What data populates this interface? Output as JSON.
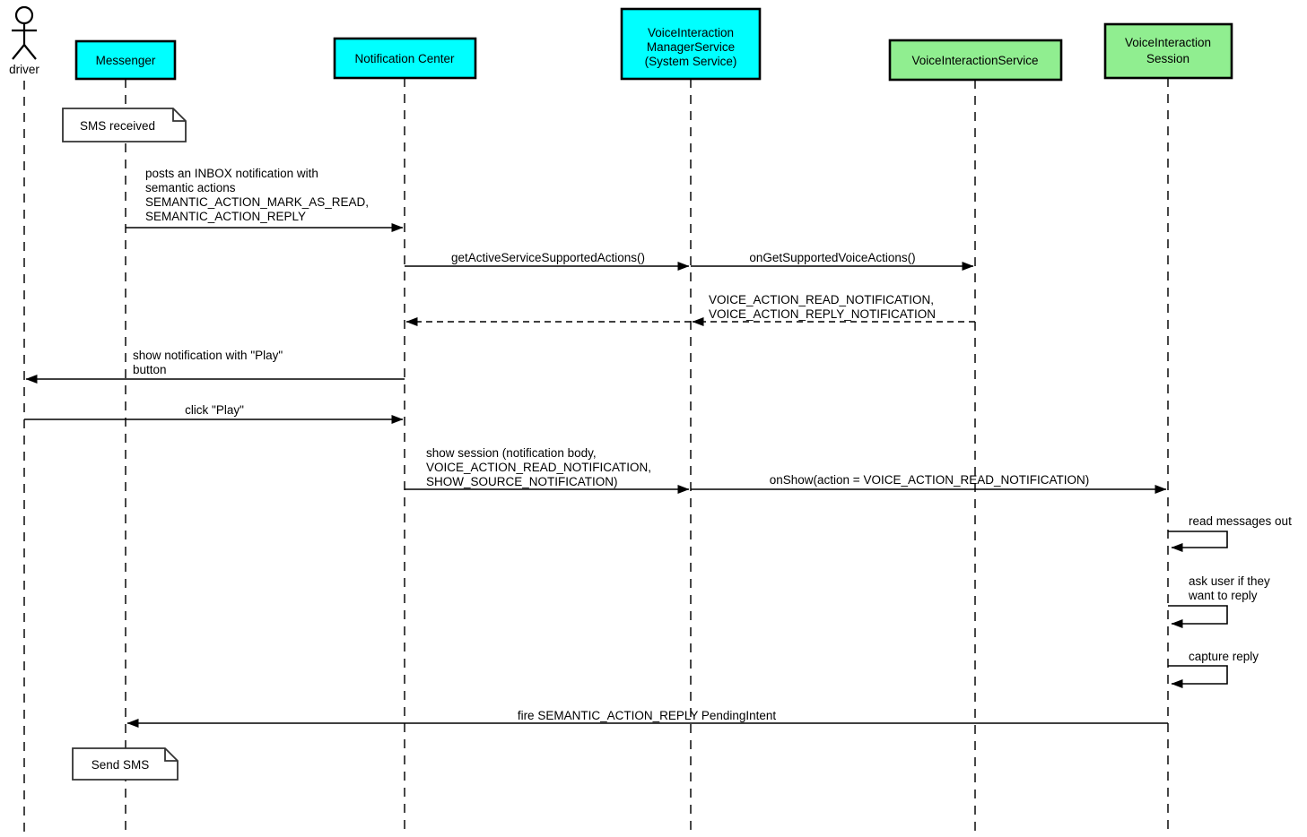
{
  "diagram_type": "uml-sequence-diagram",
  "colors": {
    "system_component": "#00ffff",
    "app_component": "#90ee90",
    "note_fill": "#ffffff",
    "line": "#000000"
  },
  "actor": {
    "label": "driver"
  },
  "participants": {
    "messenger": {
      "label": "Messenger",
      "color": "#00ffff"
    },
    "notification_center": {
      "label": "Notification Center",
      "color": "#00ffff"
    },
    "voice_interaction_manager_service": {
      "line1": "VoiceInteraction",
      "line2": "ManagerService",
      "line3": "(System Service)",
      "color": "#00ffff"
    },
    "voice_interaction_service": {
      "label": "VoiceInteractionService",
      "color": "#90ee90"
    },
    "voice_interaction_session": {
      "line1": "VoiceInteraction",
      "line2": "Session",
      "color": "#90ee90"
    }
  },
  "notes": {
    "sms_received": "SMS received",
    "send_sms": "Send SMS"
  },
  "messages": {
    "post_inbox": {
      "line1": "posts an INBOX notification with",
      "line2": "semantic actions",
      "line3": "SEMANTIC_ACTION_MARK_AS_READ,",
      "line4": "SEMANTIC_ACTION_REPLY"
    },
    "get_active_service_supported_actions": "getActiveServiceSupportedActions()",
    "on_get_supported_voice_actions": "onGetSupportedVoiceActions()",
    "return_voice_actions": {
      "line1": "VOICE_ACTION_READ_NOTIFICATION,",
      "line2": "VOICE_ACTION_REPLY_NOTIFICATION"
    },
    "show_notification": {
      "line1": "show notification with \"Play\"",
      "line2": "button"
    },
    "click_play": "click \"Play\"",
    "show_session": {
      "line1": "show session (notification body,",
      "line2": "VOICE_ACTION_READ_NOTIFICATION,",
      "line3": "SHOW_SOURCE_NOTIFICATION)"
    },
    "on_show": "onShow(action = VOICE_ACTION_READ_NOTIFICATION)",
    "read_messages_out": "read messages out",
    "ask_user": {
      "line1": "ask user if they",
      "line2": "want to reply"
    },
    "capture_reply": "capture reply",
    "fire_reply": "fire SEMANTIC_ACTION_REPLY PendingIntent"
  }
}
